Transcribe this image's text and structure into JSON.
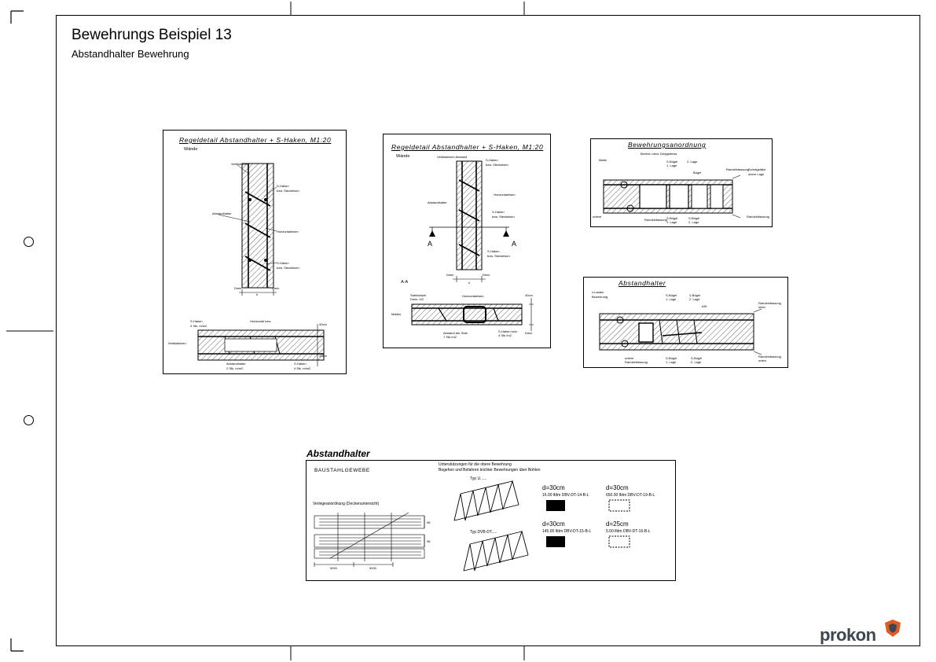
{
  "sheet": {
    "title": "Bewehrungs Beispiel 13",
    "subtitle": "Abstandhalter Bewehrung"
  },
  "detail1": {
    "title": "Regeldetail Abstandhalter + S-Haken, M1:20",
    "label_walls": "Wände",
    "labels": {
      "vertikal": "Vertikaleisen",
      "s_haken_top": "S-Haken",
      "s_haken_top2": "bzw. Steckeisen",
      "abstandhalter": "Abstandhalter",
      "horizontal": "Horizontaleisen",
      "s_haken_bottom": "S-Haken",
      "s_haken_bottom2": "bzw. Steckeisen",
      "dmin_left": "Dmin",
      "dmin_right": "Dmin",
      "h": "h",
      "plan_s_haken": "S-Haken",
      "plan_s_haken_qty": "4 Stk. m/m2",
      "plan_horizontal": "Horizontal bzw.",
      "plan_vertikal": "Vertikaleisen",
      "plan_abstandhalter": "Abstandhalter",
      "plan_abstandhalter_qty": "2 Stk. m/m2",
      "plan_s_haken2": "S-Haken",
      "plan_s_haken2_qty": "4 Stk. m/m2",
      "plan_dim_top": "40cm",
      "plan_dim_bottom": "40cm"
    }
  },
  "detail2": {
    "title": "Regeldetail Abstandhalter + S-Haken, M1:20",
    "label_walls": "Wände",
    "labels": {
      "vertikal": "Vertikaleisen Abstand",
      "s_haken_top": "S-Haken",
      "s_haken_top2": "bzw. Steckeisen",
      "horizontal": "Horizontaleisen",
      "abstandhalter": "Abstandhalter",
      "s_haken_mid": "S-Haken",
      "s_haken_mid2": "bzw. Steckeisen",
      "s_haken_bottom": "S-Haken",
      "s_haken_bottom2": "bzw. Steckeisen",
      "section_left": "A",
      "section_right": "A",
      "dmin_left": "Dmin",
      "dmin_right": "Dmin",
      "h": "h",
      "section_label": "A-A",
      "sec_stahlwinkel": "Stahlwinkel",
      "sec_stahlwinkel2": "Dmin, h/2",
      "sec_horizontal": "Horizontaleisen",
      "sec_matten": "Matten",
      "sec_abstand": "Abstand der Stab",
      "sec_abstand2": "7 Stk./m2",
      "sec_s_haken": "S-Haken bzw.",
      "sec_s_haken2": "4 Stk./m2",
      "sec_dim": "40cm",
      "sec_dim2": "Dmin"
    }
  },
  "detail3": {
    "title": "Bewehrungsanordnung",
    "note": "Bereich ohne Zulagebews",
    "labels": {
      "l1": "Matte",
      "l2": "S-Bügel",
      "l3": "1. Lage",
      "l4": "2. Lage",
      "l5": "Bügel",
      "l6": "Randeinfassung",
      "l7": "Schrägstäbe",
      "l8": "obere Lage",
      "l9": "untere",
      "l10": "Randeinfassung",
      "l11": "S-Bügel",
      "l12": "1. Lage",
      "l13": "S-Bügel",
      "l14": "2. Lage",
      "l15": "Randeinfassung"
    }
  },
  "detail4": {
    "title": "Abstandhalter",
    "labels": {
      "l1": "x-Lasten",
      "l2": "Bewehrung",
      "l3": "S-Bügel",
      "l4": "1. Lage",
      "l5": "V-Bügel",
      "l6": "2. Lage",
      "l7": "Randeinfassung",
      "l8": "oben",
      "l9": "ASt",
      "l10": "untere",
      "l11": "Randeinfassung",
      "l12": "S-Bügel",
      "l13": "1. Lage",
      "l14": "S-Bügel",
      "l15": "2. Lage",
      "l16": "Randeinfassung",
      "l17": "unten"
    }
  },
  "detail5": {
    "title": "Abstandhalter",
    "baustahl": "BAUSTAHLGEWEBE",
    "verlege": "Verlegeanordnung (Deckenuntersicht)",
    "unterstuetzung1": "Unterstützungen für die obere Bewehrung",
    "unterstuetzung2": "Begehen und Befahren leichter Bewehrungen über Bohlen",
    "typ_u": "Typ U......",
    "typ_dvb": "Typ DVB-DT.....",
    "d1": "d=30cm",
    "d1_spec": "16.00 lfdm DBV-DT-14-B-L",
    "d2": "d=30cm",
    "d2_spec": "650.00 lfdm DBV-DT-19-B-L",
    "d3": "d=30cm",
    "d3_spec": "145.00 lfdm DBV-DT-15-B-L",
    "d4": "d=25cm",
    "d4_spec": "5.00 lfdm DBV-DT-16-B-L",
    "dim_h1": "98",
    "dim_h2": "98",
    "dim_w1": "5000",
    "dim_w2": "5000"
  },
  "logo": {
    "text": "prokon",
    "accent": "#e35b24"
  }
}
